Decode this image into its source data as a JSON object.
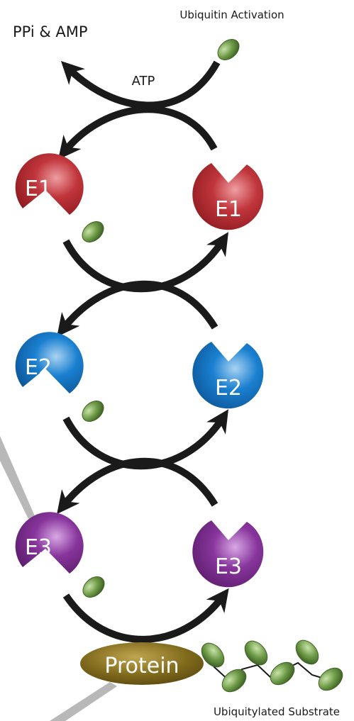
{
  "labels": {
    "ppi_amp": "PPi & AMP",
    "ubiquitin_activation": "Ubiquitin Activation",
    "atp": "ATP",
    "protein": "Protein",
    "ubiquitylated_substrate": "Ubiquitylated Substrate"
  },
  "enzymes": {
    "e1": {
      "label": "E1",
      "color": "#b02a30",
      "light": "#e88a8e"
    },
    "e2": {
      "label": "E2",
      "color": "#1574c4",
      "light": "#8cc3ee"
    },
    "e3": {
      "label": "E3",
      "color": "#7a2c8e",
      "light": "#c98fd8"
    }
  },
  "colors": {
    "ubiquitin": "#5d8a3a",
    "ubiquitin_light": "#b9d79a",
    "protein": "#7a6518",
    "protein_light": "#b39a45",
    "arrow": "#1a1a1a",
    "pointer": "#b8b8b8"
  }
}
